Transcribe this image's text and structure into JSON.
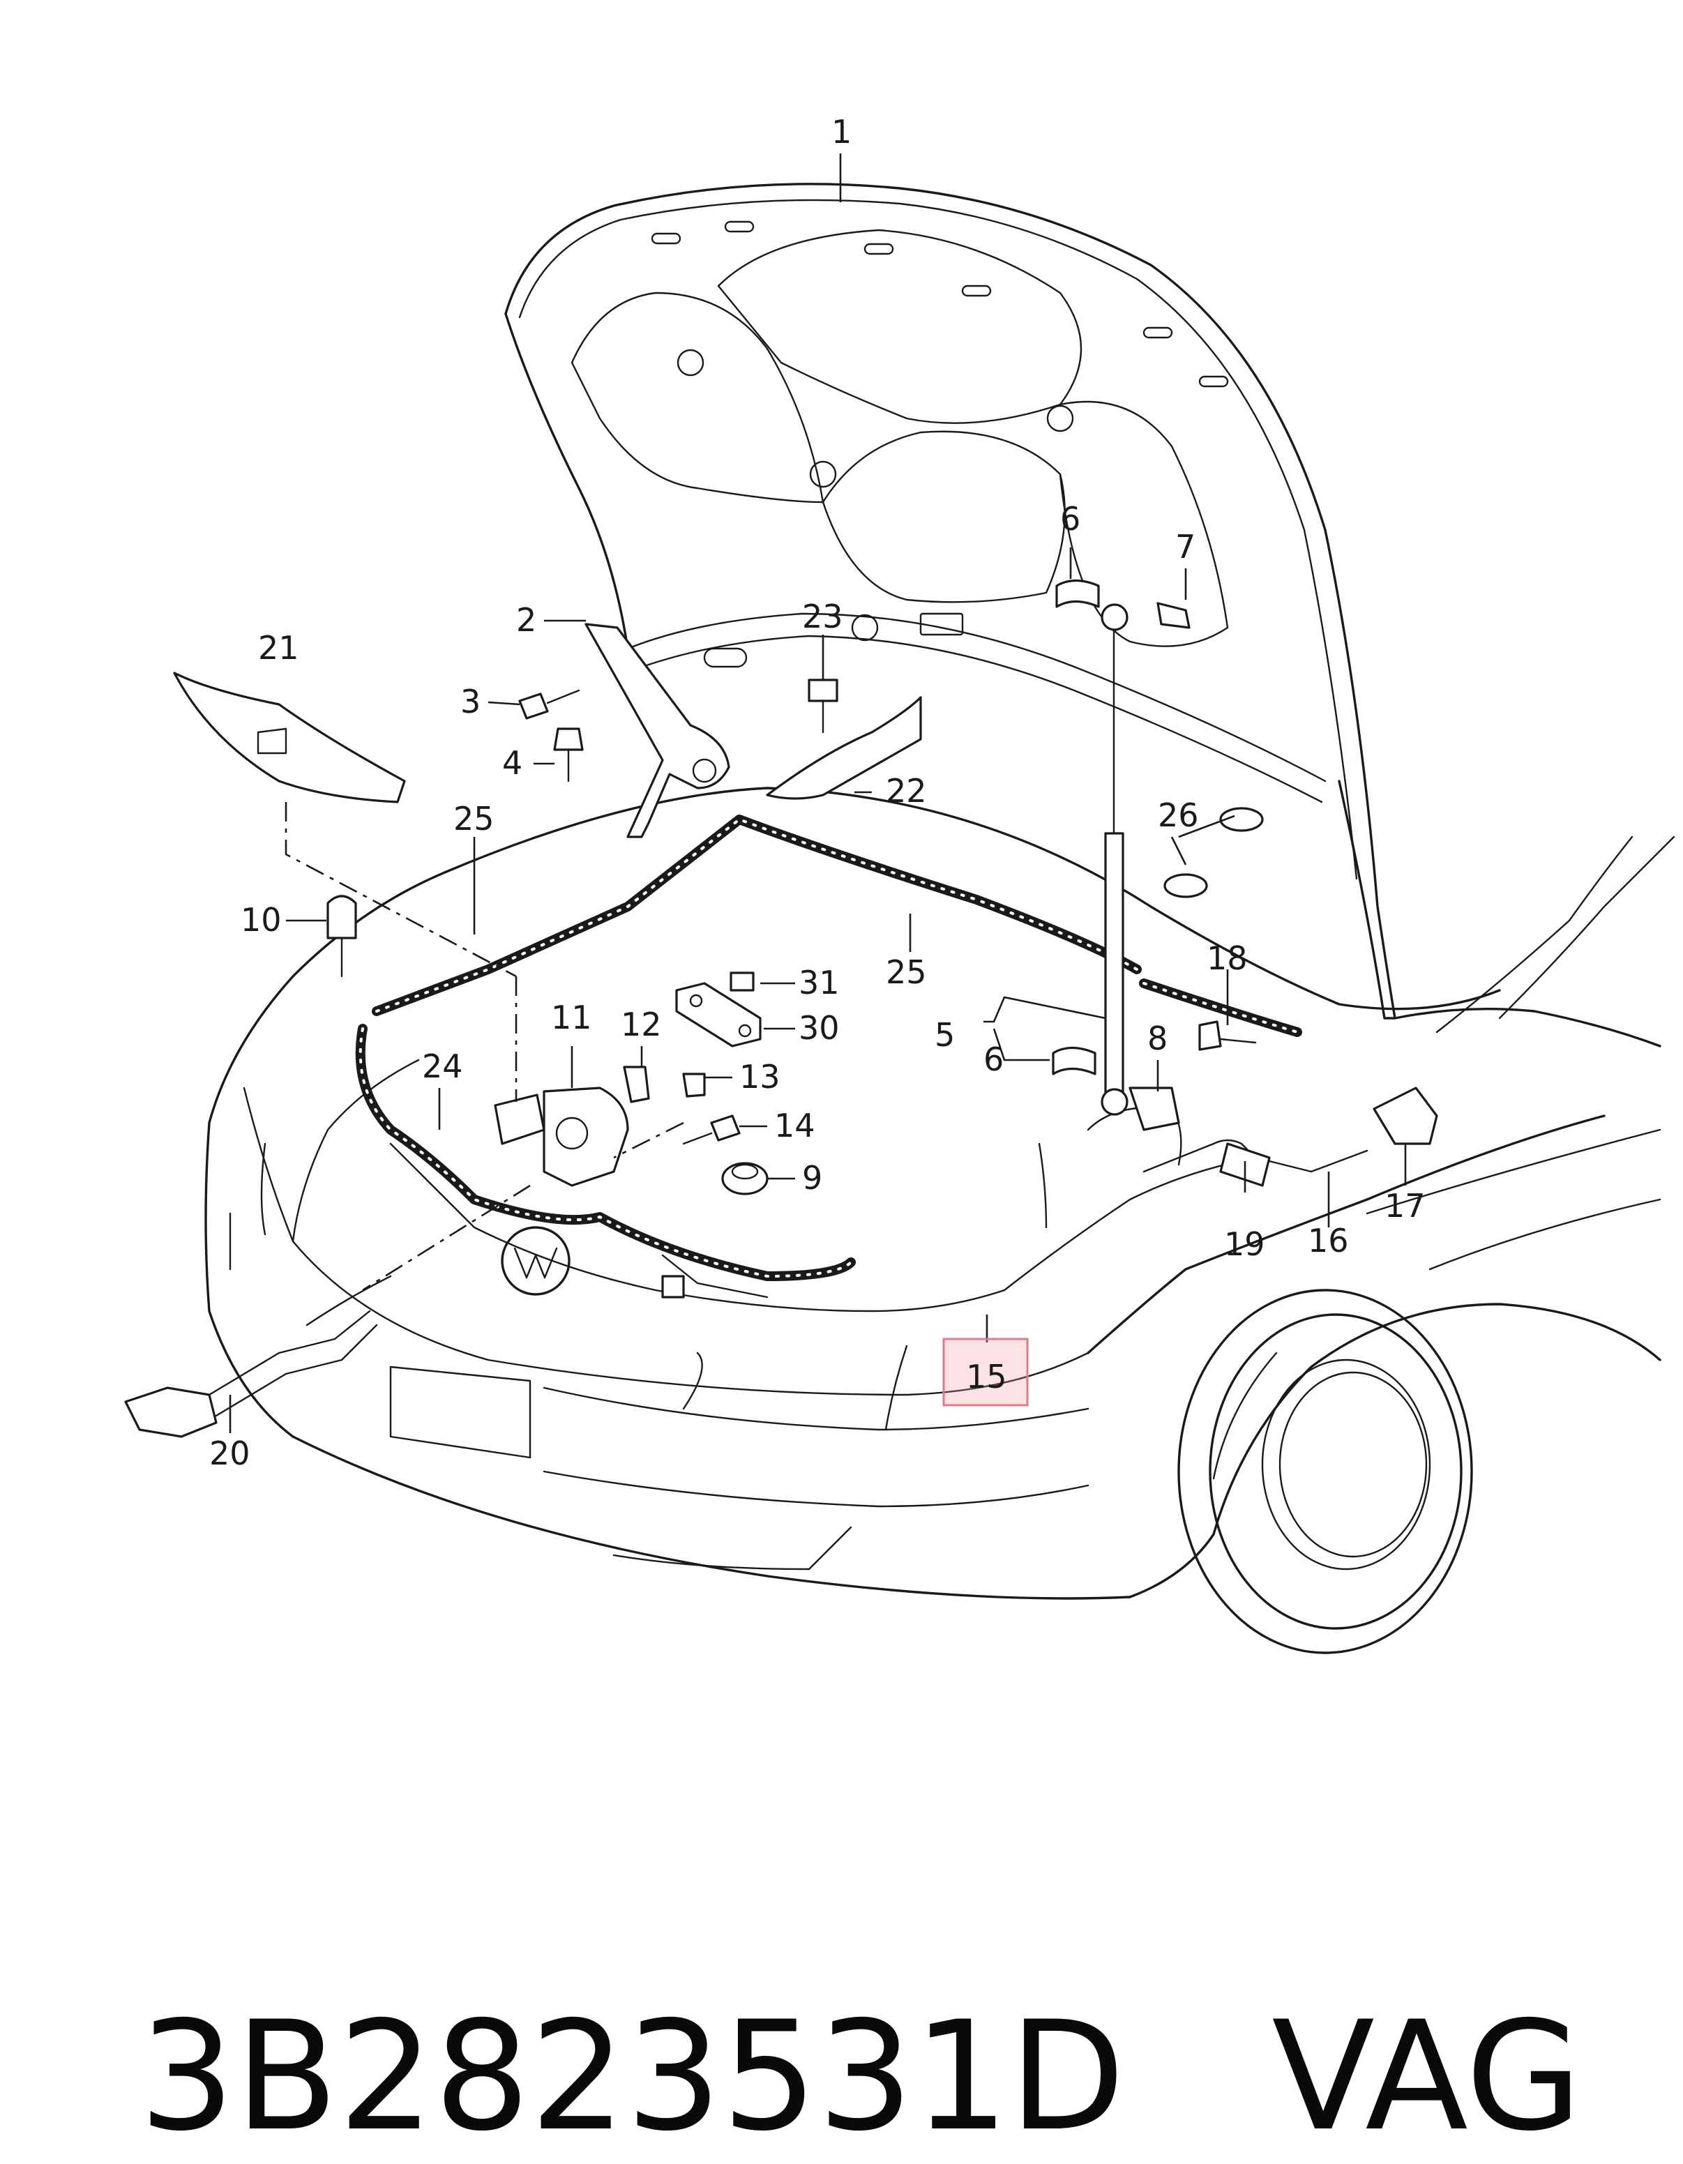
{
  "callouts": [
    {
      "id": "c1",
      "text": "1"
    },
    {
      "id": "c2",
      "text": "2"
    },
    {
      "id": "c3",
      "text": "3"
    },
    {
      "id": "c4",
      "text": "4"
    },
    {
      "id": "c5",
      "text": "5"
    },
    {
      "id": "c6a",
      "text": "6"
    },
    {
      "id": "c6b",
      "text": "6"
    },
    {
      "id": "c7",
      "text": "7"
    },
    {
      "id": "c8",
      "text": "8"
    },
    {
      "id": "c9",
      "text": "9"
    },
    {
      "id": "c10",
      "text": "10"
    },
    {
      "id": "c11",
      "text": "11"
    },
    {
      "id": "c12",
      "text": "12"
    },
    {
      "id": "c13",
      "text": "13"
    },
    {
      "id": "c14",
      "text": "14"
    },
    {
      "id": "c15",
      "text": "15",
      "highlighted": true
    },
    {
      "id": "c16",
      "text": "16"
    },
    {
      "id": "c17",
      "text": "17"
    },
    {
      "id": "c18",
      "text": "18"
    },
    {
      "id": "c19",
      "text": "19"
    },
    {
      "id": "c20",
      "text": "20"
    },
    {
      "id": "c21",
      "text": "21"
    },
    {
      "id": "c22",
      "text": "22"
    },
    {
      "id": "c23",
      "text": "23"
    },
    {
      "id": "c24",
      "text": "24"
    },
    {
      "id": "c25a",
      "text": "25"
    },
    {
      "id": "c25b",
      "text": "25"
    },
    {
      "id": "c26",
      "text": "26"
    },
    {
      "id": "c30",
      "text": "30"
    },
    {
      "id": "c31",
      "text": "31"
    }
  ],
  "caption": {
    "part_number": "3B2823531D",
    "brand": "VAG"
  },
  "colors": {
    "line": "#1a1a1a",
    "highlight_fill": "#f0a0aa",
    "highlight_stroke": "#e07a88",
    "background": "#ffffff"
  }
}
